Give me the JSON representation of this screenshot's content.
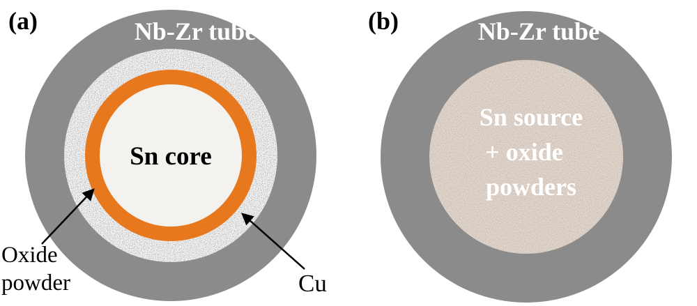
{
  "panel_a": {
    "label": "(a)",
    "tube_label": "Nb-Zr tube",
    "core_label": "Sn core",
    "oxide_label_line1": "Oxide",
    "oxide_label_line2": "powder",
    "cu_label": "Cu"
  },
  "panel_b": {
    "label": "(b)",
    "tube_label": "Nb-Zr tube",
    "fill_label_line1": "Sn source",
    "fill_label_line2": "+ oxide",
    "fill_label_line3": "powders"
  },
  "colors": {
    "background": "#ffffff",
    "tube_gray": "#8b8b8b",
    "cu_orange": "#e8781e",
    "sn_core_white": "#f4f2ee",
    "label_black": "#000000",
    "tube_text_white": "#ffffff",
    "oxide_speckle_avg": "#c9c6c2",
    "powder_fill_avg": "#bfa897"
  }
}
